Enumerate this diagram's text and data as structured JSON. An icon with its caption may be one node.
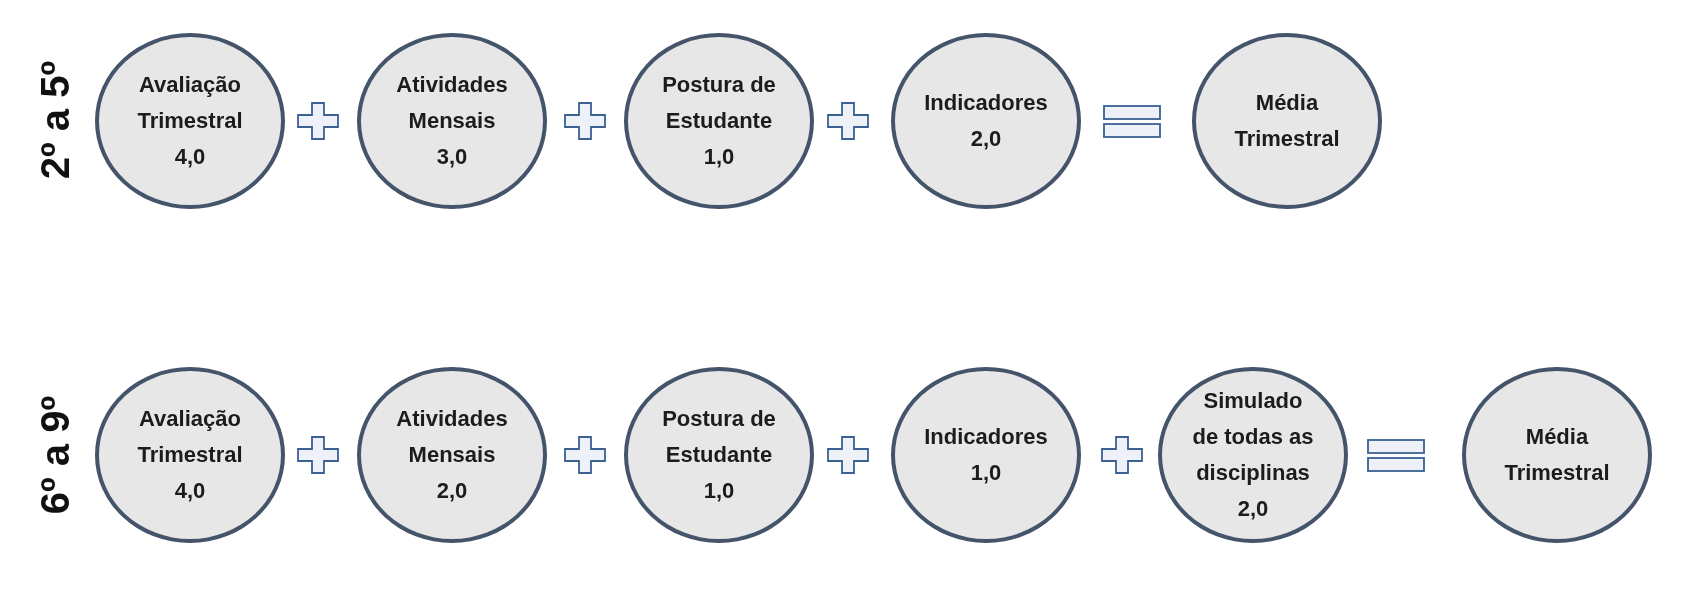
{
  "diagram": {
    "nodes": [
      {
        "text": [
          "Avaliação Trimestral",
          "4,0"
        ]
      },
      {
        "text": [],
        "shape": "plus"
      },
      {
        "text": [
          "Atividades Mensais",
          "3,0"
        ]
      },
      {
        "text": [],
        "shape": "plus"
      },
      {
        "text": [
          "Postura de Estudante",
          "1,0"
        ]
      },
      {
        "text": [],
        "shape": "plus"
      },
      {
        "text": [
          "Indicadores",
          "2,0"
        ]
      },
      {
        "text": [],
        "shape": "equals"
      },
      {
        "text": [
          "Média Trimestral"
        ]
      },
      {
        "text": [
          "Avaliação Trimestral",
          "4,0"
        ]
      },
      {
        "text": [],
        "shape": "plus"
      },
      {
        "text": [
          "Atividades Mensais",
          "2,0"
        ]
      },
      {
        "text": [],
        "shape": "plus"
      },
      {
        "text": [
          "Postura de Estudante",
          "1,0"
        ]
      },
      {
        "text": [],
        "shape": "plus"
      },
      {
        "text": [
          "Indicadores",
          "1,0"
        ]
      },
      {
        "text": [],
        "shape": "plus"
      },
      {
        "text": [
          "Simulado de todas as disciplinas",
          "2,0"
        ]
      },
      {
        "text": [],
        "shape": "equals"
      },
      {
        "text": [
          "Média Trimestral"
        ]
      }
    ],
    "labels": [
      "2º a 5º",
      "6º a 9º"
    ]
  }
}
